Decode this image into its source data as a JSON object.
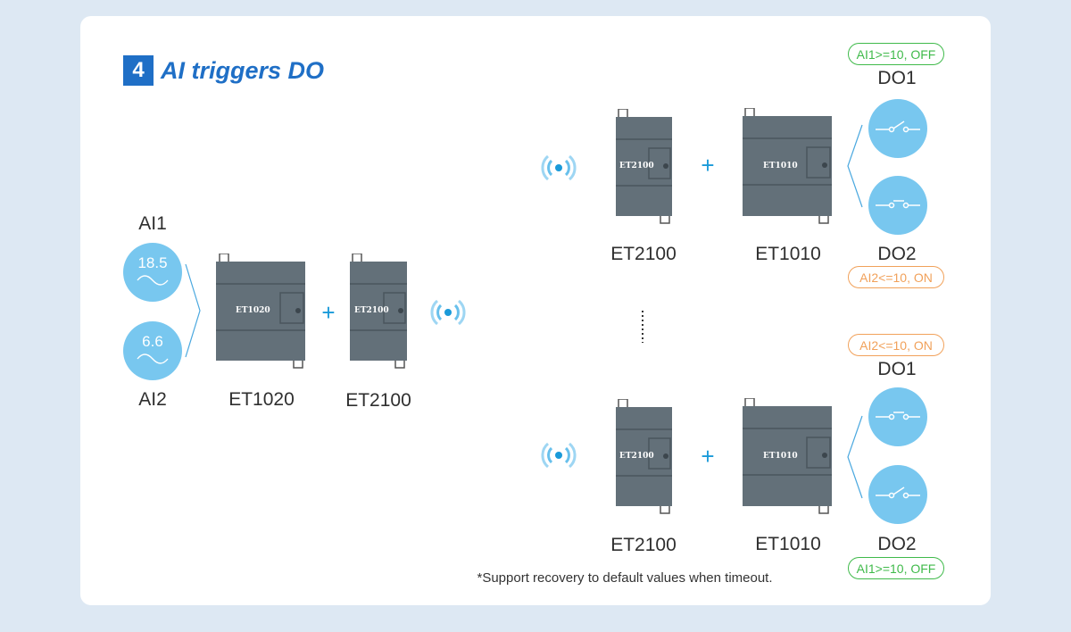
{
  "title": {
    "number": "4",
    "text": "AI triggers DO"
  },
  "inputs": {
    "ai1": {
      "label": "AI1",
      "value": "18.5"
    },
    "ai2": {
      "label": "AI2",
      "value": "6.6"
    }
  },
  "left_devices": {
    "module1": "ET1020",
    "module2": "ET2100",
    "plus": "+"
  },
  "top_group": {
    "module1": "ET2100",
    "module2": "ET1010",
    "plus": "+",
    "do1": {
      "label": "DO1",
      "condition": "AI1>=10, OFF",
      "condition_color": "#3fba4a",
      "switch": "open"
    },
    "do2": {
      "label": "DO2",
      "condition": "AI2<=10, ON",
      "condition_color": "#f1a15a",
      "switch": "closed"
    }
  },
  "bottom_group": {
    "module1": "ET2100",
    "module2": "ET1010",
    "plus": "+",
    "do1": {
      "label": "DO1",
      "condition": "AI2<=10, ON",
      "condition_color": "#f1a15a",
      "switch": "closed"
    },
    "do2": {
      "label": "DO2",
      "condition": "AI1>=10, OFF",
      "condition_color": "#3fba4a",
      "switch": "open"
    }
  },
  "footnote": "*Support recovery to default values when timeout.",
  "colors": {
    "accent": "#1f6fc6",
    "circle": "#78c7ef",
    "device": "#637079",
    "background": "#dde8f3"
  }
}
